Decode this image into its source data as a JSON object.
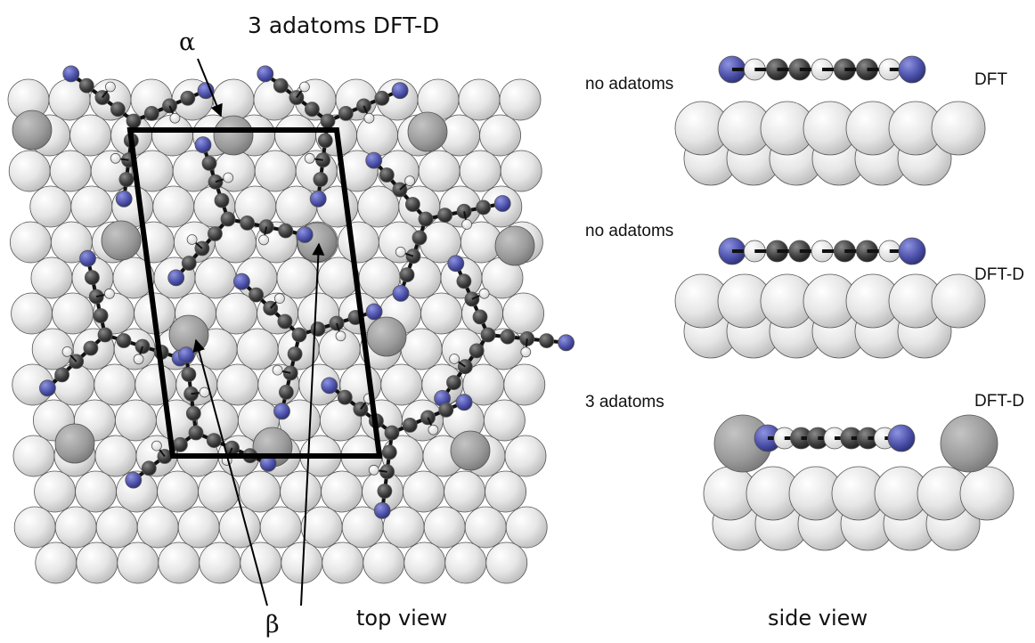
{
  "title": "3 adatoms DFT-D",
  "alpha_label": "α",
  "beta_label": "β",
  "top_view_label": "top view",
  "side_view_label": "side view",
  "side_panels": [
    {
      "label": "no adatoms",
      "method": "DFT"
    },
    {
      "label": "no adatoms",
      "method": "DFT-D"
    },
    {
      "label": "3 adatoms",
      "method": "DFT-D"
    }
  ],
  "colors": {
    "substrate_atom": "#e2e2e2",
    "adatom": "#9b9b9b",
    "carbon": "#3b3b3b",
    "nitrogen": "#4a4fa8",
    "hydrogen": "#ffffff",
    "cell_outline": "#000000"
  }
}
